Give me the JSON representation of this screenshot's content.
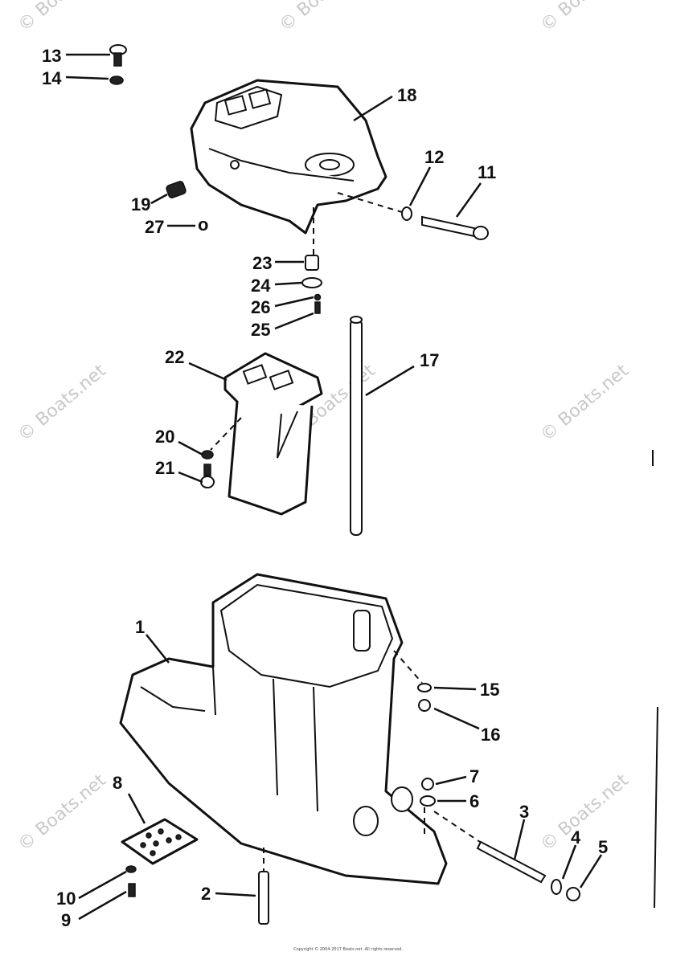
{
  "watermark": "© Boats.net",
  "footer": "Copyright © 2004-2017 Boats.net. All rights reserved.",
  "callouts": [
    "13",
    "14",
    "18",
    "12",
    "11",
    "19",
    "27",
    "23",
    "24",
    "26",
    "25",
    "22",
    "17",
    "20",
    "21",
    "1",
    "15",
    "16",
    "7",
    "6",
    "8",
    "3",
    "4",
    "5",
    "2",
    "10",
    "9"
  ]
}
